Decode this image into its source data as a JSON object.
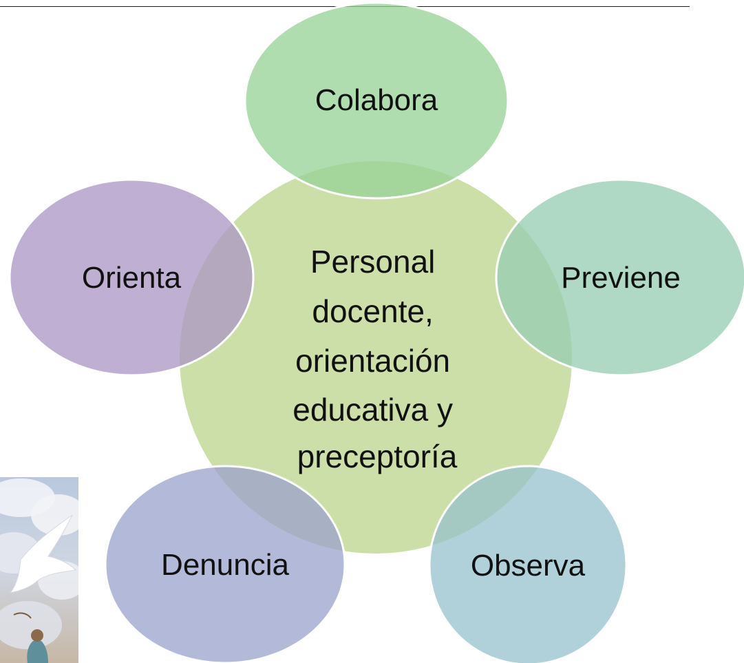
{
  "diagram": {
    "center": {
      "lines": [
        "Personal",
        "docente,",
        "orientación",
        "educativa y",
        "preceptoría"
      ],
      "color": "#c8dc9e"
    },
    "nodes": [
      {
        "id": "colabora",
        "label": "Colabora",
        "color": "#96d296"
      },
      {
        "id": "previene",
        "label": "Previene",
        "color": "#96ccb2"
      },
      {
        "id": "observa",
        "label": "Observa",
        "color": "#96c2cc"
      },
      {
        "id": "denuncia",
        "label": "Denuncia",
        "color": "#9aa2cc"
      },
      {
        "id": "orienta",
        "label": "Orienta",
        "color": "#aa96c4"
      }
    ]
  },
  "photo": {
    "icon": "dove-photo",
    "colors": {
      "sky": "#a9bcd6",
      "cloud": "#eef0f4",
      "dove": "#ffffff"
    }
  }
}
